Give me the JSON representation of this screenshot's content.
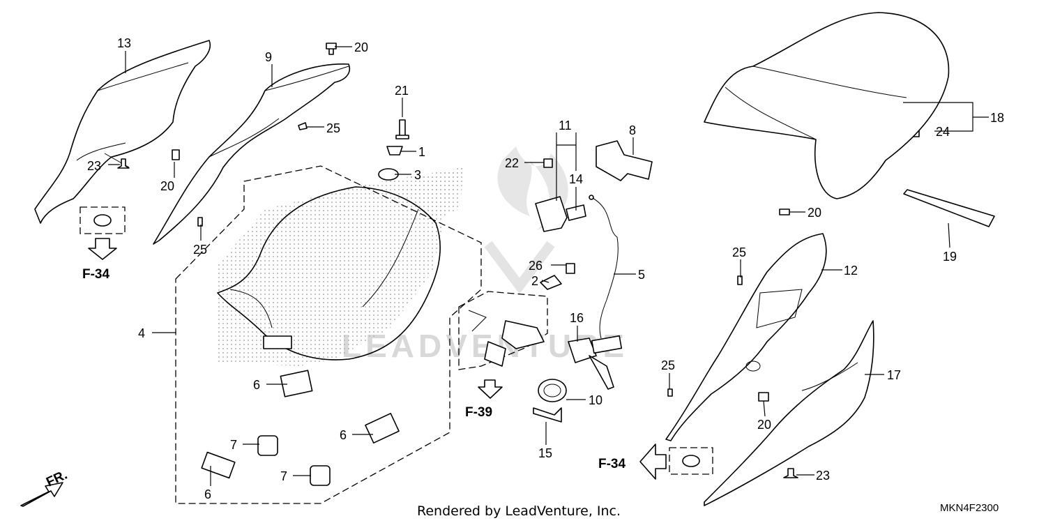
{
  "watermark": "LEADVENTURE",
  "footer": "Rendered by LeadVenture, Inc.",
  "diagram_code": "MKN4F2300",
  "direction_label": "FR.",
  "refs": [
    "F-34",
    "F-39",
    "F-34"
  ],
  "callouts": [
    "13",
    "9",
    "20",
    "25",
    "23",
    "20",
    "25",
    "21",
    "1",
    "3",
    "4",
    "6",
    "6",
    "7",
    "7",
    "6",
    "11",
    "22",
    "14",
    "8",
    "5",
    "26",
    "2",
    "16",
    "10",
    "15",
    "18",
    "24",
    "20",
    "19",
    "25",
    "12",
    "25",
    "17",
    "20",
    "23"
  ]
}
